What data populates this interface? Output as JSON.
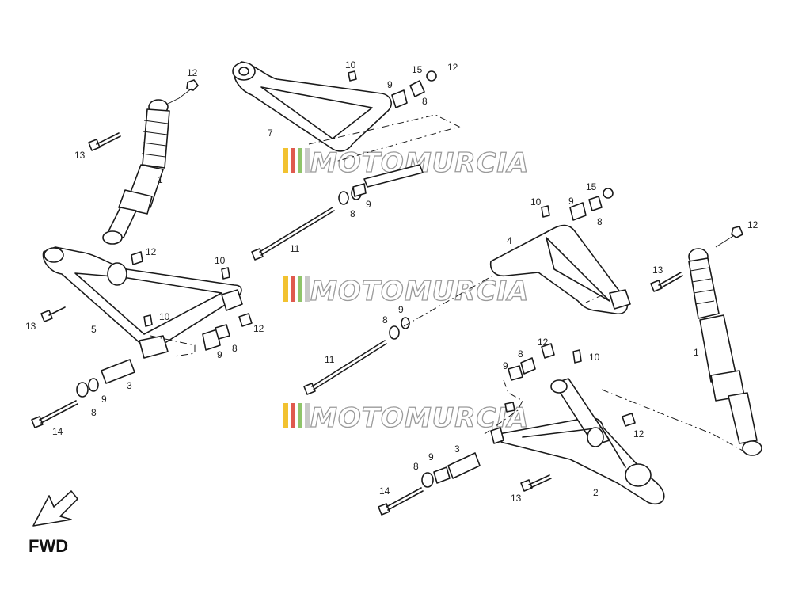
{
  "watermark": {
    "text": "MOTOMURCIA",
    "stripe_colors": [
      "#f2c230",
      "#e05a4e",
      "#8fc46a",
      "#c9c9c9"
    ]
  },
  "direction": {
    "label": "FWD"
  },
  "callouts": {
    "left_group": {
      "shock_top_nut": "12",
      "shock_bolt": "13",
      "shock": "1",
      "upper_arm_label": "7",
      "upper_grease": "10",
      "upper_bush": "9",
      "upper_collar": "15",
      "upper_nut": "12",
      "upper_washer": "8",
      "lower_nut_a": "12",
      "lower_bolt": "13",
      "lower_arm": "5",
      "lower_grease_a": "10",
      "lower_grease_b": "10",
      "lower_nut_b": "12",
      "lower_washer": "8",
      "lower_bush": "9",
      "sleeve": "3",
      "front_bush": "9",
      "front_washer": "8",
      "long_bolt": "14"
    },
    "center_group": {
      "shaft_washer": "8",
      "shaft_bush": "9",
      "shaft_bolt": "11",
      "mid_washer": "8",
      "mid_bush": "9",
      "mid_bolt": "11"
    },
    "right_group": {
      "upper_grease": "10",
      "upper_bush": "9",
      "upper_collar": "15",
      "upper_washer": "8",
      "upper_arm": "4",
      "shock_nut": "12",
      "shock_bolt": "13",
      "shock": "1",
      "lower_washer": "8",
      "lower_nut": "12",
      "lower_bush": "9",
      "lower_grease": "10",
      "lower_nut_b": "12",
      "sleeve": "3",
      "front_bush": "9",
      "front_washer": "8",
      "long_bolt": "14",
      "arm_bolt": "13",
      "lower_arm": "2"
    }
  }
}
